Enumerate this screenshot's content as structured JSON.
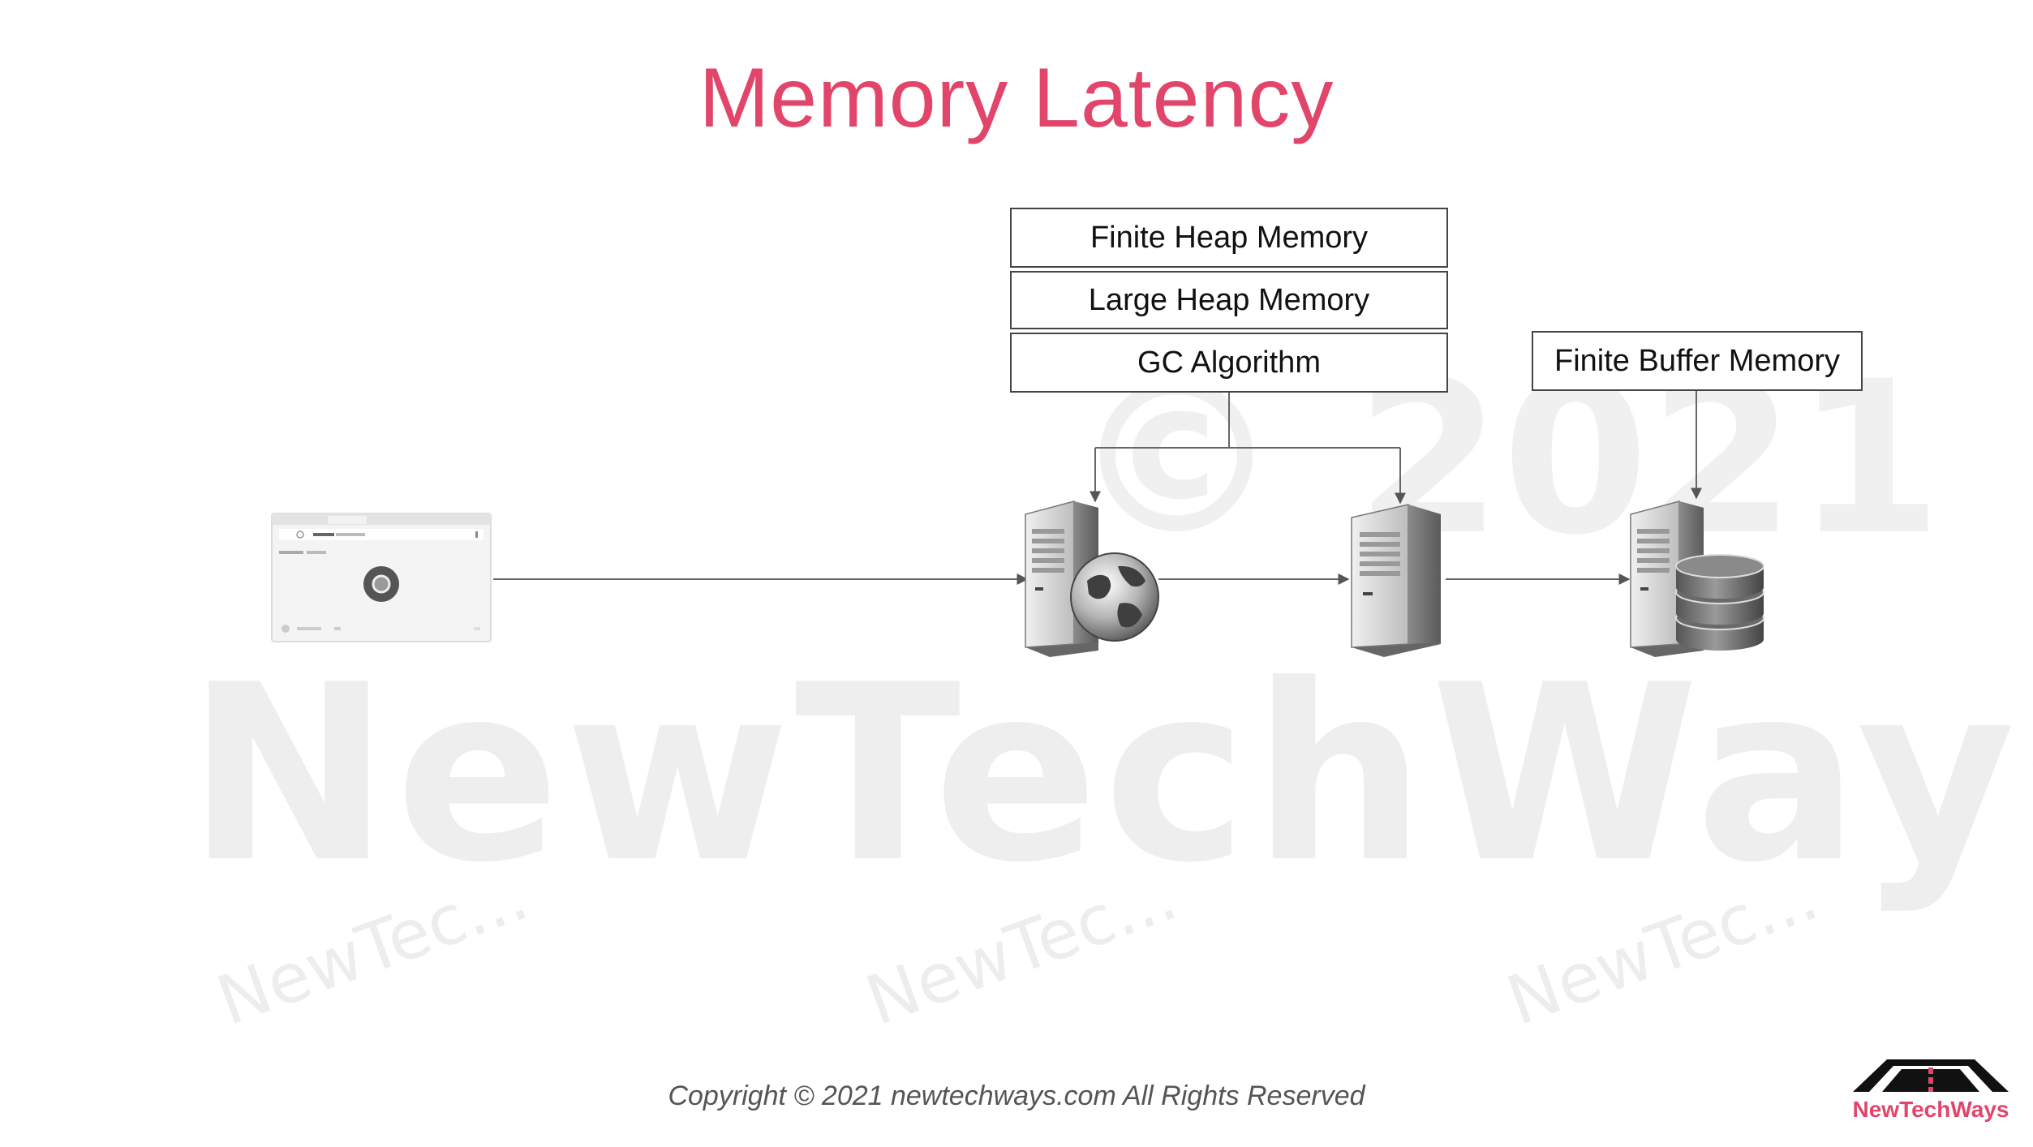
{
  "title": "Memory Latency",
  "watermark": {
    "brand": "NewTechWays",
    "year": "© 2021",
    "small": "NewTec..."
  },
  "boxes": {
    "finite_heap": "Finite Heap Memory",
    "large_heap": "Large Heap Memory",
    "gc_algorithm": "GC Algorithm",
    "finite_buffer": "Finite Buffer Memory"
  },
  "nodes": {
    "client": "browser-window-icon",
    "web_server": "web-server-globe-icon",
    "app_server": "app-server-icon",
    "db_server": "database-server-icon"
  },
  "footer": "Copyright © 2021 newtechways.com All Rights Reserved",
  "brand_logo": "NewTechWays",
  "colors": {
    "title": "#e2456a",
    "brand": "#e2456a"
  }
}
